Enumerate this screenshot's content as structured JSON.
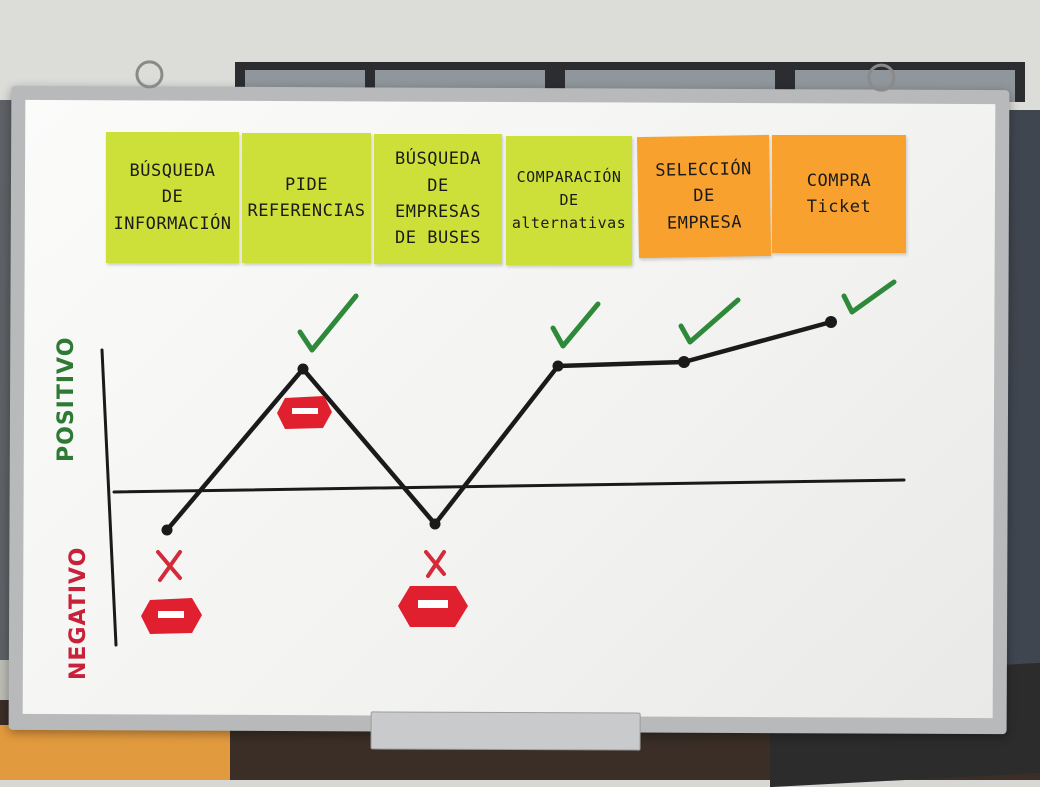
{
  "sticky_notes": [
    {
      "text": "BÚSQUEDA\nDE\nINFORMACIÓN",
      "color": "#cde03a"
    },
    {
      "text": "PIDE\nREFERENCIAS",
      "color": "#cde03a"
    },
    {
      "text": "BÚSQUEDA\nDE EMPRESAS\nDE BUSES",
      "color": "#cde03a"
    },
    {
      "text": "COMPARACIÓN\nDE\nalternativas",
      "color": "#cde03a"
    },
    {
      "text": "SELECCIÓN\nDE\nEMPRESA",
      "color": "#f8a12f"
    },
    {
      "text": "COMPRA\nTicket",
      "color": "#f8a12f"
    }
  ],
  "axis": {
    "positive_label": "POSITIVO",
    "negative_label": "NEGATIVO",
    "positive_color": "#2e7a35",
    "negative_color": "#c8223a"
  },
  "journey": {
    "points": [
      "negative",
      "positive",
      "negative",
      "positive",
      "positive",
      "positive"
    ],
    "marks": [
      "cross + sad face",
      "check + sad face",
      "cross + sad face",
      "check",
      "check",
      "check"
    ],
    "line_color": "#1a1a1a"
  }
}
